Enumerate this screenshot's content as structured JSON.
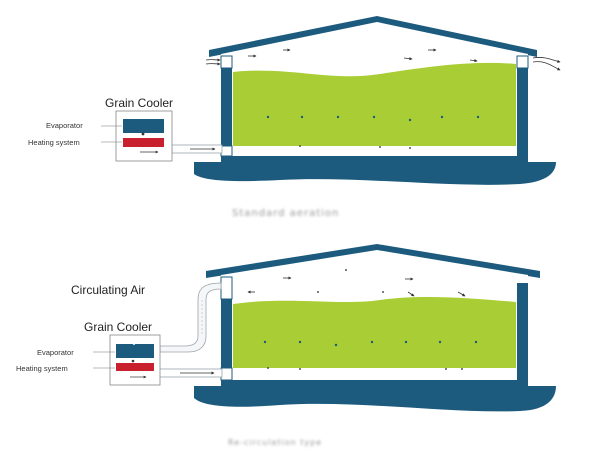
{
  "colors": {
    "structure": "#1c5b7e",
    "grain": "#a9cd34",
    "heater": "#c8202f",
    "duct": "#cfd6dc",
    "arrow": "#333333"
  },
  "panels": [
    {
      "cooler_title": "Grain Cooler",
      "evaporator_label": "Evaporator",
      "heating_label": "Heating system",
      "caption": "Standard aeration"
    },
    {
      "circulating_label": "Circulating Air",
      "cooler_title": "Grain Cooler",
      "evaporator_label": "Evaporator",
      "heating_label": "Heating system",
      "caption": "Re-circulation type"
    }
  ],
  "icons": [
    "airflow-arrow-icon",
    "fan-icon"
  ]
}
